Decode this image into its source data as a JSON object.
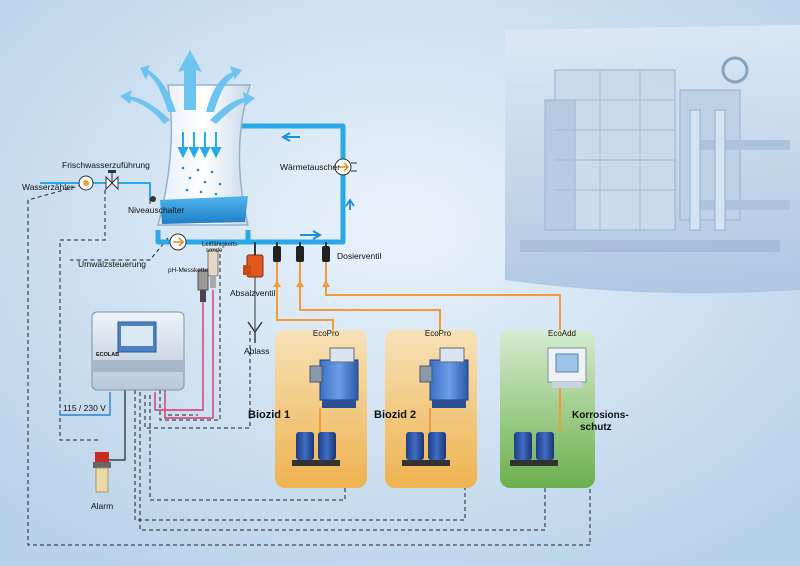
{
  "labels": {
    "water_meter": "Wasserzähler",
    "fresh_water_supply": "Frischwasserzuführung",
    "level_switch": "Niveauschalter",
    "heat_exchanger": "Wärmetauscher",
    "conductivity_probe_line1": "Leitfähigkeits-",
    "conductivity_probe_line2": "sonde",
    "ph_probe": "pH-Messkette",
    "circulation_control": "Umwälzsteuerung",
    "blowdown_valve": "Absalzventil",
    "dosing_valve": "Dosierventil",
    "drain": "Ablass",
    "voltage": "115 / 230 V",
    "alarm": "Alarm"
  },
  "controller": {
    "brand": "ECOLAB"
  },
  "stations": [
    {
      "product": "EcoPro",
      "label_line1": "Biozid 1",
      "label_line2": "",
      "color": "#f0c060"
    },
    {
      "product": "EcoPro",
      "label_line1": "Biozid 2",
      "label_line2": "",
      "color": "#f0c060"
    },
    {
      "product": "EcoAdd",
      "label_line1": "Korrosions-",
      "label_line2": "schutz",
      "color": "#7fbf5a"
    }
  ],
  "colors": {
    "background": "#cfe0f0",
    "water_blue": "#29a9e8",
    "dosing_orange": "#f39a3a",
    "signal_pink": "#d83a6a"
  }
}
